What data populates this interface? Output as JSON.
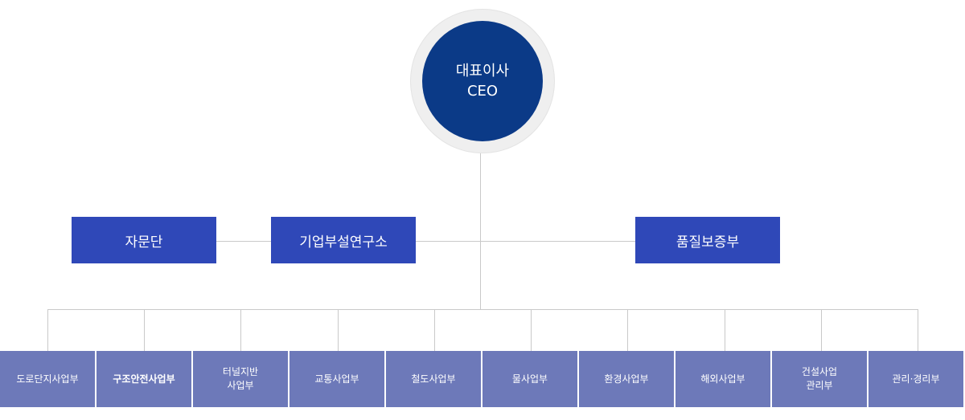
{
  "ceo": {
    "title_ko": "대표이사",
    "title_en": "CEO"
  },
  "staff": {
    "advisory": "자문단",
    "research": "기업부설연구소",
    "quality": "품질보증부"
  },
  "departments": [
    {
      "line1": "도로단지사업부",
      "line2": ""
    },
    {
      "line1": "구조안전사업부",
      "line2": ""
    },
    {
      "line1": "터널지반",
      "line2": "사업부"
    },
    {
      "line1": "교통사업부",
      "line2": ""
    },
    {
      "line1": "철도사업부",
      "line2": ""
    },
    {
      "line1": "물사업부",
      "line2": ""
    },
    {
      "line1": "환경사업부",
      "line2": ""
    },
    {
      "line1": "해외사업부",
      "line2": ""
    },
    {
      "line1": "건설사업",
      "line2": "관리부"
    },
    {
      "line1": "관리·경리부",
      "line2": ""
    }
  ]
}
